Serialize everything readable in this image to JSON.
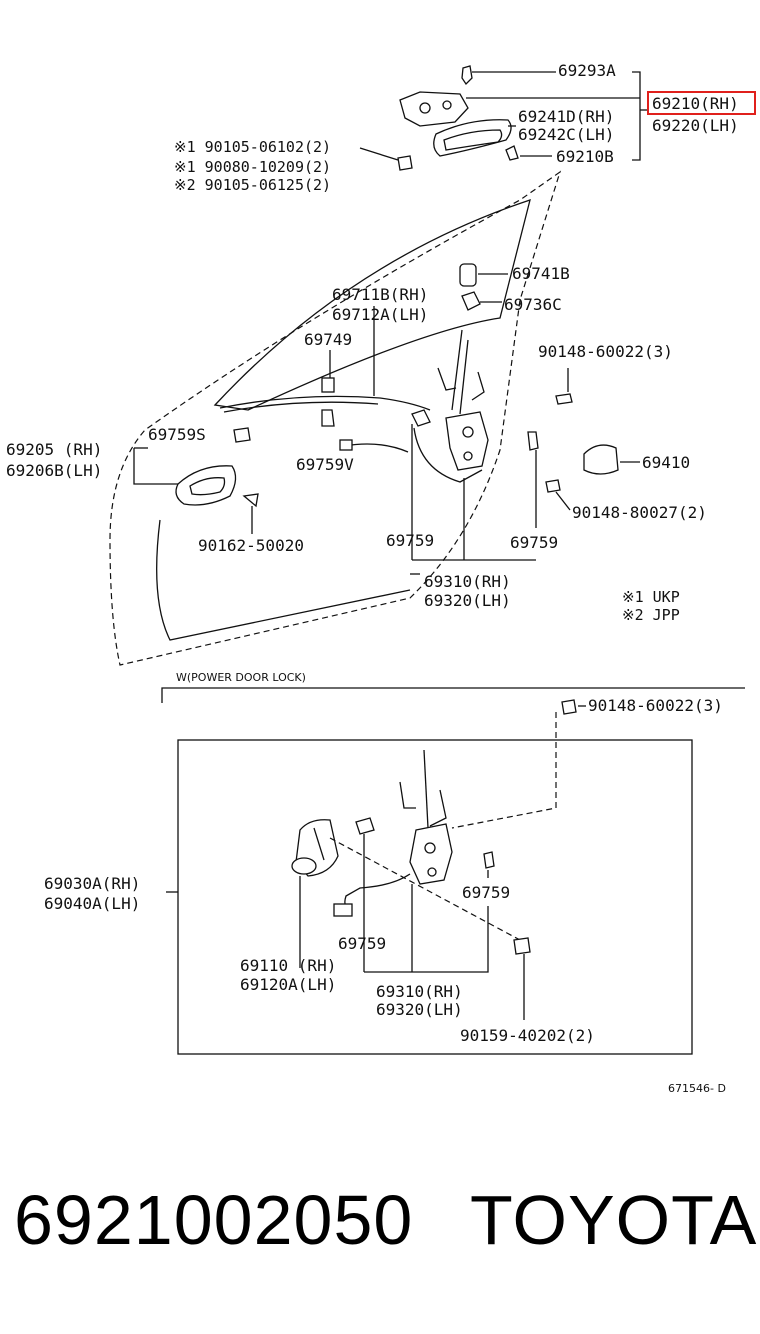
{
  "labels": {
    "p69293A": "69293A",
    "p69210RH": "69210(RH)",
    "p69220LH": "69220(LH)",
    "p69241D": "69241D(RH)",
    "p69242C": "69242C(LH)",
    "p69210B": "69210B",
    "s1a": "※1 90105-06102(2)",
    "s1b": "※1 90080-10209(2)",
    "s2": "※2 90105-06125(2)",
    "p69741B": "69741B",
    "p69736C": "69736C",
    "p69711B": "69711B(RH)",
    "p69712A": "69712A(LH)",
    "p69749": "69749",
    "p90148_60022": "90148-60022(3)",
    "p69205": "69205 (RH)",
    "p69206B": "69206B(LH)",
    "p69759S": "69759S",
    "p69759V": "69759V",
    "p69410": "69410",
    "p90148_80027": "90148-80027(2)",
    "p90162_50020": "90162-50020",
    "p69759a": "69759",
    "p69759b": "69759",
    "p69310": "69310(RH)",
    "p69320": "69320(LH)",
    "note1": "※1  UKP",
    "note2": "※2  JPP",
    "power_lock": "W(POWER DOOR LOCK)",
    "p90148_60022b": "90148-60022(3)",
    "p69030A": "69030A(RH)",
    "p69040A": "69040A(LH)",
    "p69759c": "69759",
    "p69759d": "69759",
    "p69110": "69110  (RH)",
    "p69120A": "69120A(LH)",
    "p69310b": "69310(RH)",
    "p69320b": "69320(LH)",
    "p90159": "90159-40202(2)",
    "diagram_id": "671546- D"
  },
  "footer": {
    "part_number": "6921002050",
    "brand": "TOYOTA"
  },
  "colors": {
    "highlight": "#e0201c"
  }
}
